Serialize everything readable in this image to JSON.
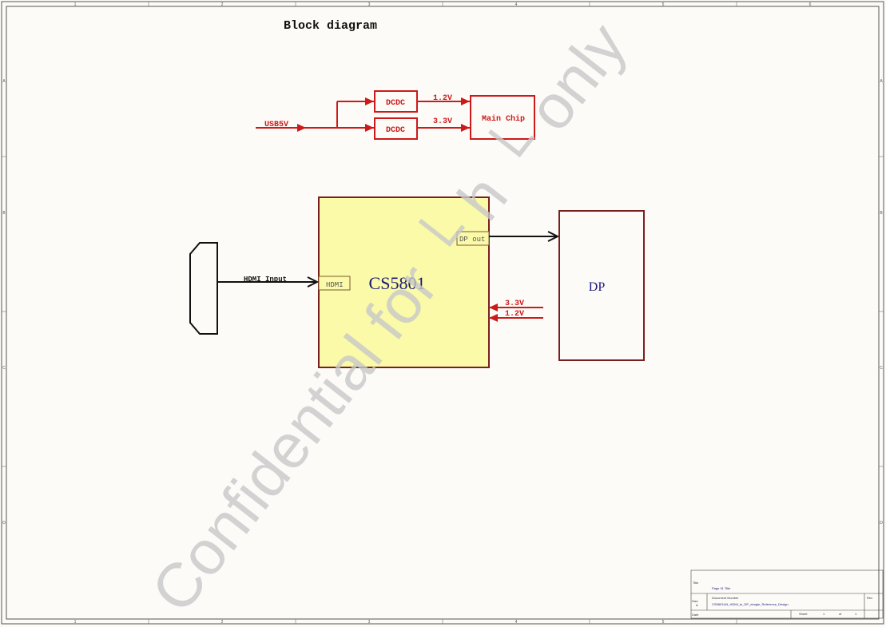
{
  "sheet": {
    "col_labels": [
      "1",
      "2",
      "3",
      "4",
      "5",
      "6"
    ],
    "row_labels": [
      "A",
      "B",
      "C",
      "D"
    ]
  },
  "title": "Block diagram",
  "power": {
    "input": "USB5V",
    "dcdc_top": "DCDC",
    "dcdc_bottom": "DCDC",
    "rail_top": "1.2V",
    "rail_bottom": "3.3V",
    "main_chip": "Main Chip"
  },
  "chip": {
    "name": "CS5801",
    "pin_hdmi": "HDMI",
    "pin_dp_out": "DP out",
    "supply_1": "3.3V",
    "supply_2": "1.2V"
  },
  "hdmi_input_label": "HDMI Input",
  "dp_label": "DP",
  "watermark": "Confidential for └ h └ only",
  "title_block": {
    "title_label": "Title",
    "title_value": "Page 01 Title",
    "size_label": "Size",
    "size_value": "A",
    "docnum_label": "Document Number",
    "docnum_value": "CS5801UN_HDMI_to_DP_dongle_Reference_Design",
    "rev_label": "Rev",
    "date_label": "Date",
    "sheet_label": "Sheet",
    "sheet_num": "1",
    "sheet_of": "of",
    "sheet_total": "1"
  },
  "colors": {
    "power": "#cc1a1a",
    "chip_border": "#7a1f1f",
    "chip_fill": "#fafaa8",
    "label_blue": "#1a1a7a",
    "watermark": "#c8c8c8"
  }
}
